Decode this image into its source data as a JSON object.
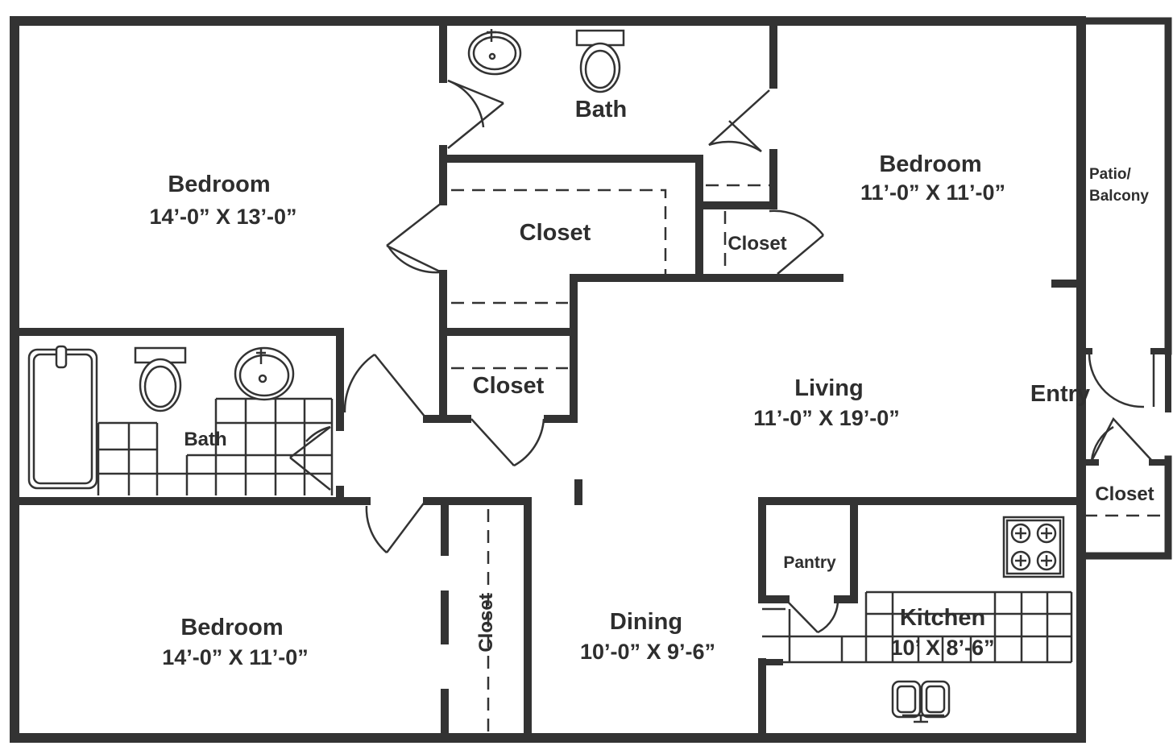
{
  "rooms": {
    "bedroom_left_top": {
      "name": "Bedroom",
      "dims": "14’-0” X 13’-0”"
    },
    "bath_top": {
      "name": "Bath"
    },
    "closet_center_top": {
      "name": "Closet"
    },
    "closet_small_top": {
      "name": "Closet"
    },
    "bedroom_right": {
      "name": "Bedroom",
      "dims": "11’-0” X 11’-0”"
    },
    "patio": {
      "line1": "Patio/",
      "line2": "Balcony"
    },
    "bath_left": {
      "name": "Bath"
    },
    "closet_hall": {
      "name": "Closet"
    },
    "living": {
      "name": "Living",
      "dims": "11’-0” X 19’-0”"
    },
    "entry": {
      "name": "Entry"
    },
    "closet_entry": {
      "name": "Closet"
    },
    "bedroom_left_bottom": {
      "name": "Bedroom",
      "dims": "14’-0” X 11’-0”"
    },
    "closet_vertical": {
      "name": "Closet"
    },
    "dining": {
      "name": "Dining",
      "dims": "10’-0” X 9’-6”"
    },
    "pantry": {
      "name": "Pantry"
    },
    "kitchen": {
      "name": "Kitchen",
      "dims": "10’ X 8’-6”"
    }
  },
  "colors": {
    "wall": "#333333",
    "text": "#2e2e2e",
    "background": "#ffffff"
  },
  "icons": [
    "sink-icon",
    "toilet-icon",
    "bathtub-icon",
    "stove-icon",
    "kitchen-sink-icon",
    "door-swing-icon"
  ]
}
